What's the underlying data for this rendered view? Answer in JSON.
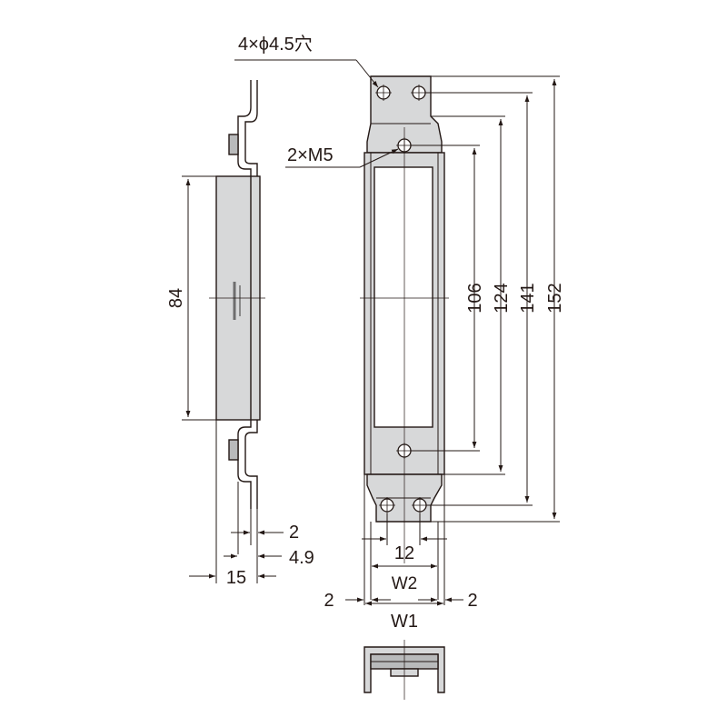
{
  "callouts": {
    "holes": "4×ϕ4.5穴",
    "threads": "2×M5"
  },
  "dimensions": {
    "side_height": "84",
    "plate_thickness": "2",
    "side_depth_inner": "4.9",
    "side_depth": "15",
    "hole_spacing": "12",
    "w2": "W2",
    "w1": "W1",
    "left_margin": "2",
    "right_margin": "2",
    "h_106": "106",
    "h_124": "124",
    "h_141": "141",
    "h_152": "152"
  },
  "colors": {
    "line": "#231815",
    "metal": "#d7d8d9",
    "metal_dark": "#b9babb",
    "slot": "#ffffff"
  }
}
